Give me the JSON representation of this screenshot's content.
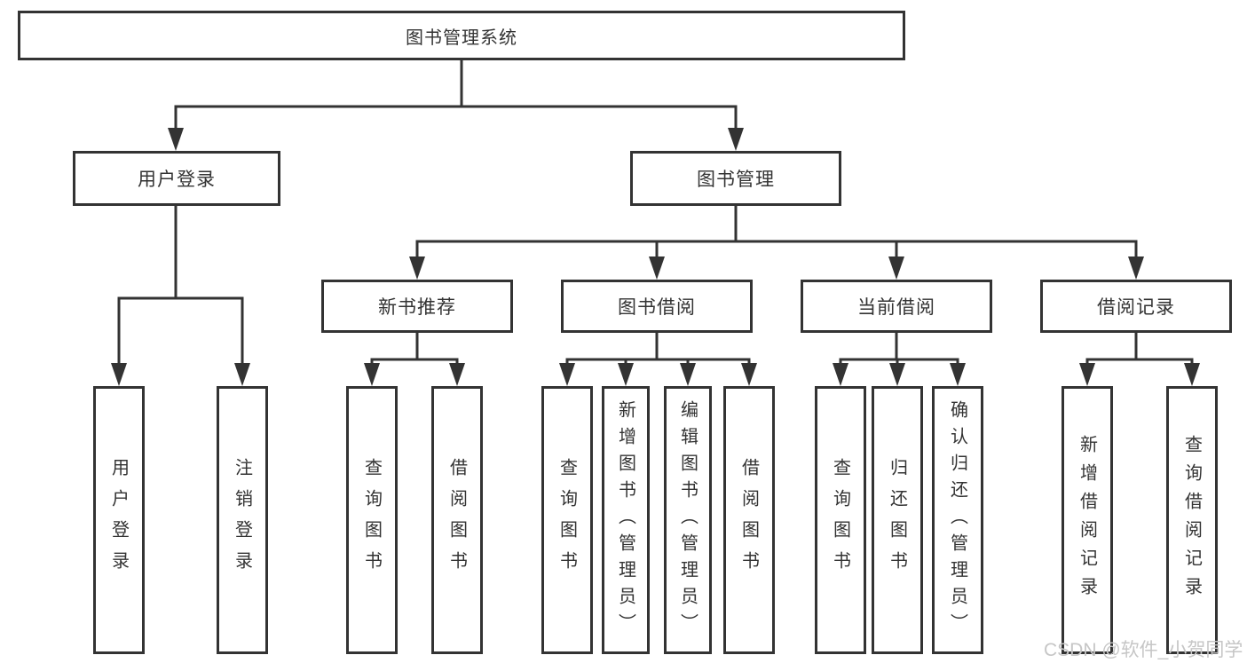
{
  "diagram": {
    "root": {
      "label": "图书管理系统"
    },
    "branches": {
      "user_login": {
        "label": "用户登录"
      },
      "book_management": {
        "label": "图书管理"
      }
    },
    "modules": {
      "new_book_recommend": {
        "label": "新书推荐"
      },
      "book_borrow": {
        "label": "图书借阅"
      },
      "current_borrow": {
        "label": "当前借阅"
      },
      "borrow_records": {
        "label": "借阅记录"
      }
    },
    "functions": {
      "user_login": {
        "label": "用户登录"
      },
      "logout": {
        "label": "注销登录"
      },
      "nbr_query_book": {
        "label": "查询图书"
      },
      "nbr_borrow_book": {
        "label": "借阅图书"
      },
      "bb_query_book": {
        "label": "查询图书"
      },
      "bb_add_book_admin": {
        "label": "新增图书（管理员）"
      },
      "bb_edit_book_admin": {
        "label": "编辑图书（管理员）"
      },
      "bb_borrow_book": {
        "label": "借阅图书"
      },
      "cb_query_book": {
        "label": "查询图书"
      },
      "cb_return_book": {
        "label": "归还图书"
      },
      "cb_confirm_return_admin": {
        "label": "确认归还（管理员）"
      },
      "br_add_record": {
        "label": "新增借阅记录"
      },
      "br_query_record": {
        "label": "查询借阅记录"
      }
    },
    "colors": {
      "line": "#333333",
      "box_border": "#333333",
      "box_fill": "#ffffff",
      "text": "#333333",
      "background": "#ffffff"
    }
  },
  "watermark": {
    "text": "CSDN @软件_小贺同学",
    "color": "#c6c6c6"
  }
}
